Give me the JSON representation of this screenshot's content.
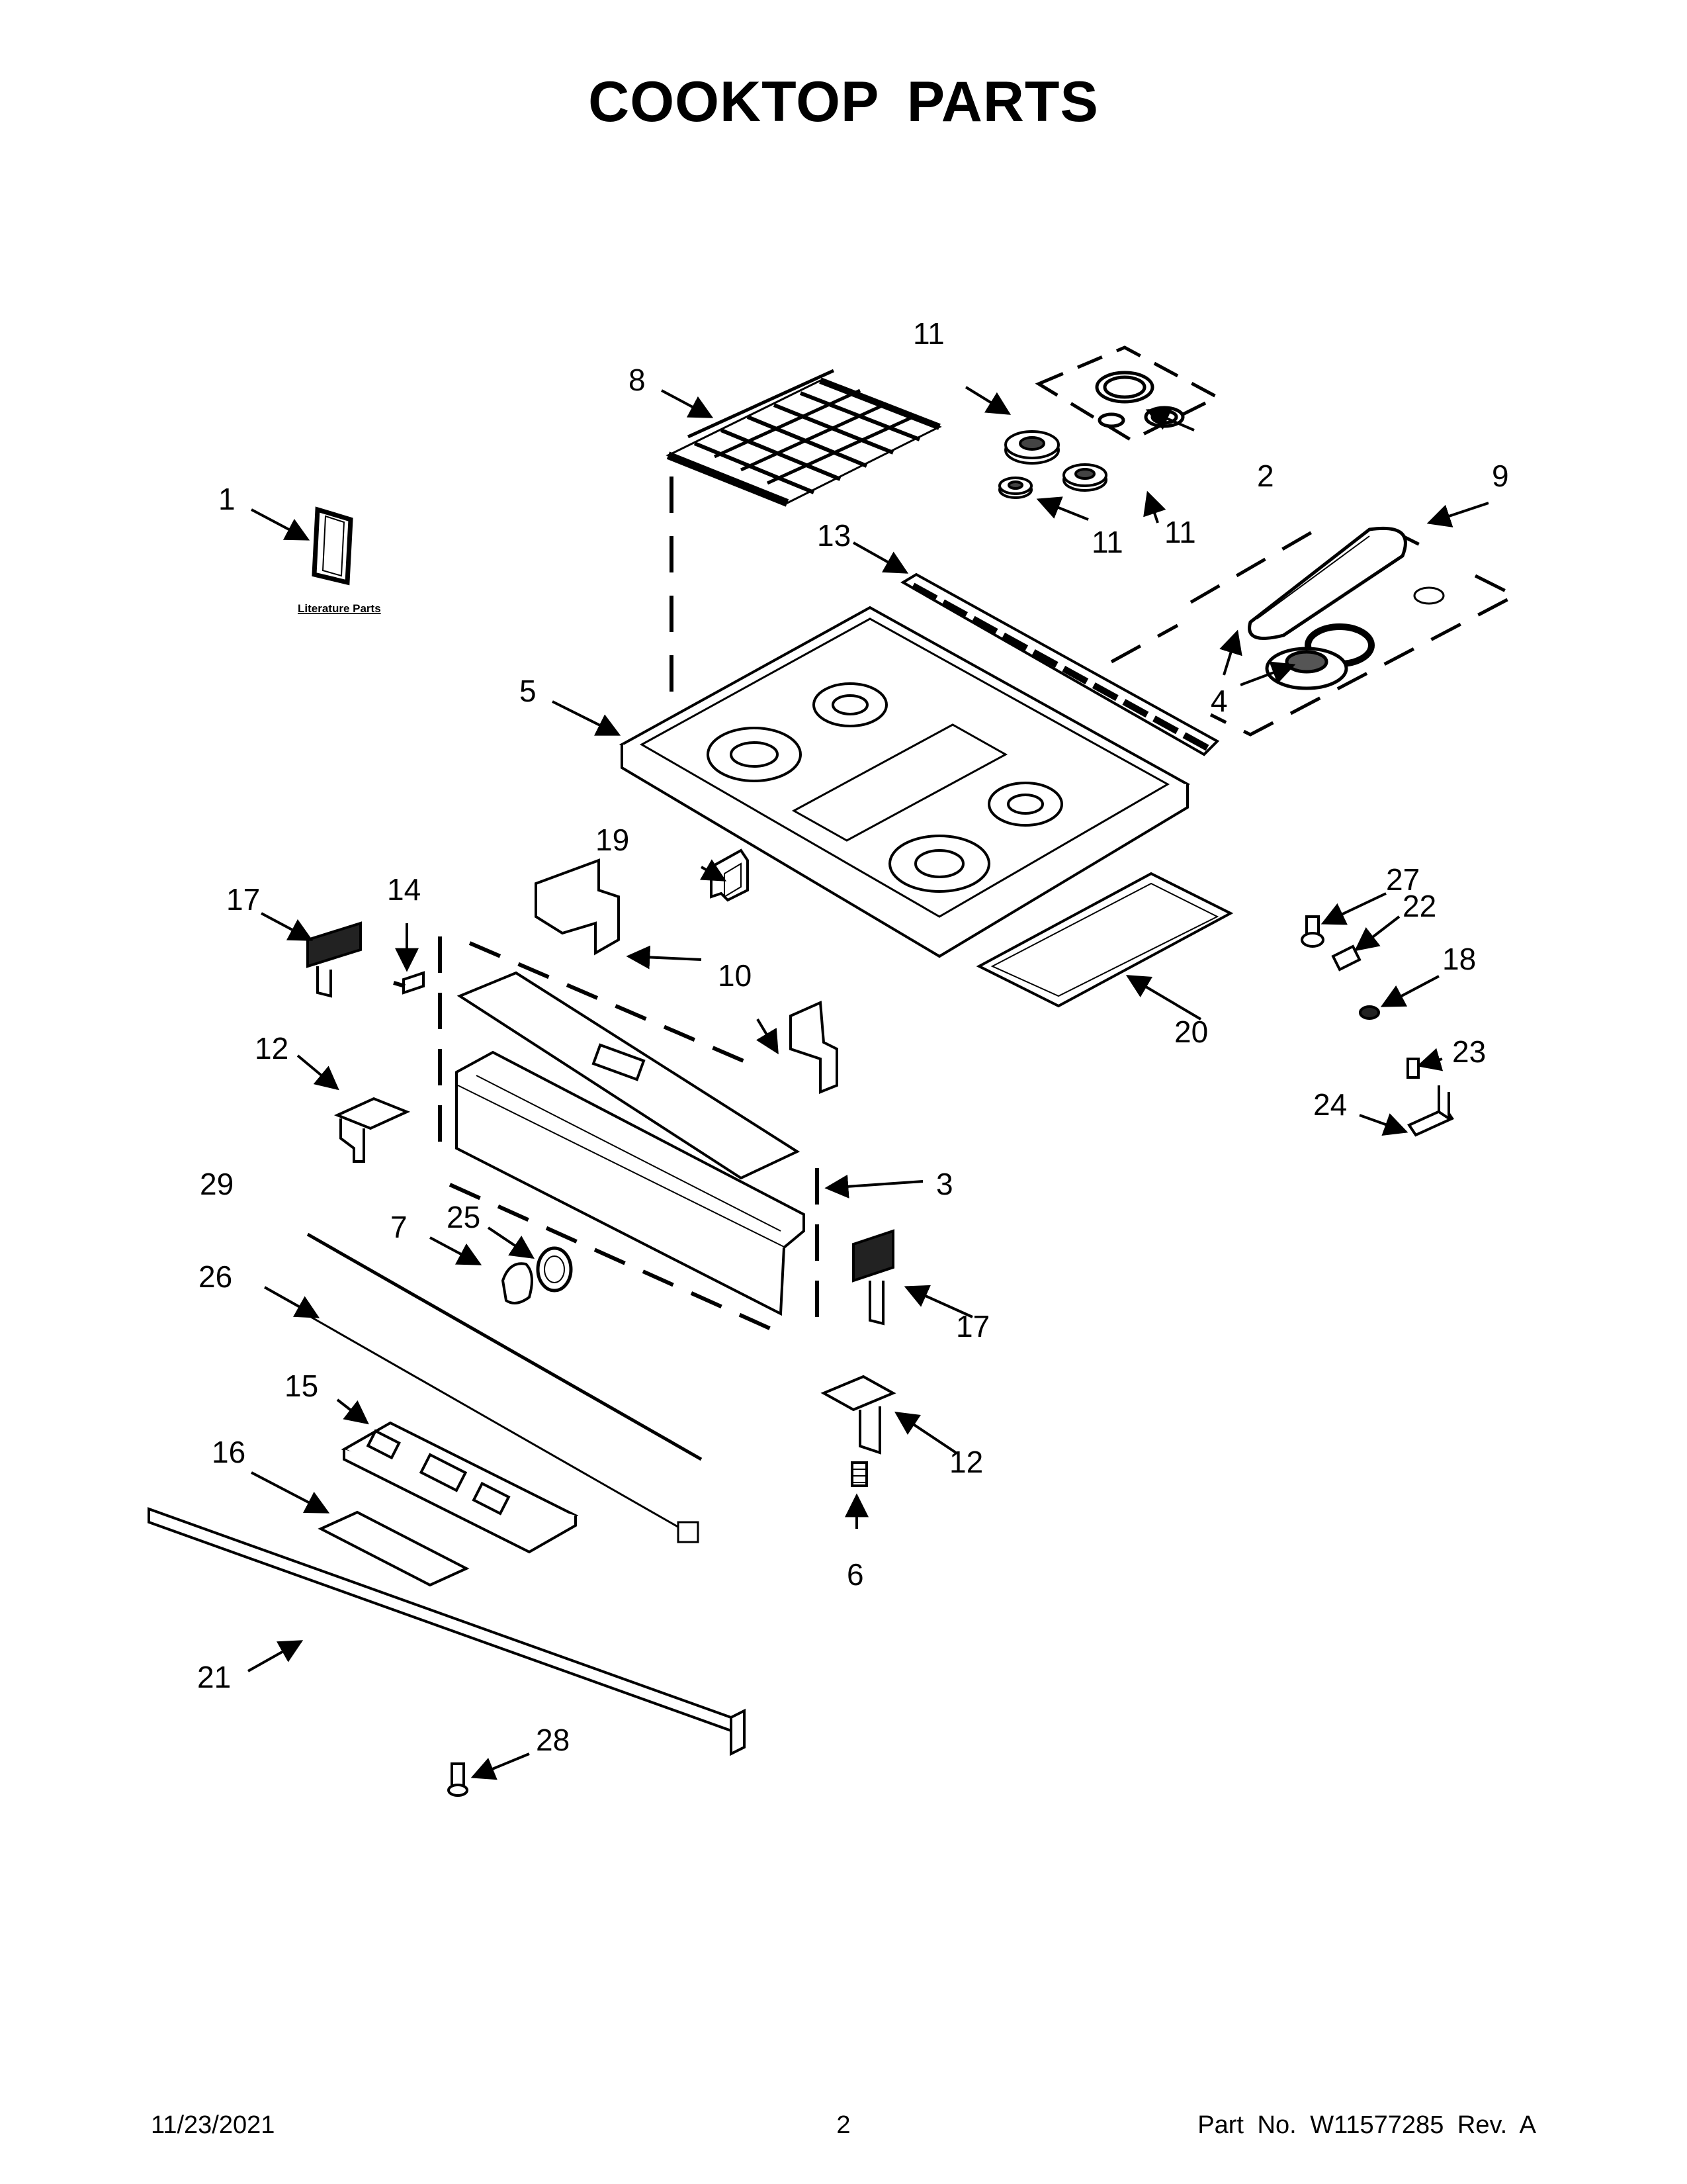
{
  "title": "COOKTOP PARTS",
  "literature_label": "Literature Parts",
  "callouts": [
    "1",
    "2",
    "3",
    "4",
    "5",
    "6",
    "7",
    "8",
    "9",
    "10",
    "11",
    "11",
    "11",
    "12",
    "12",
    "13",
    "14",
    "15",
    "16",
    "17",
    "17",
    "18",
    "19",
    "20",
    "21",
    "22",
    "23",
    "24",
    "25",
    "26",
    "27",
    "28",
    "29"
  ],
  "footer": {
    "date": "11/23/2021",
    "page": "2",
    "part_no": "Part No.  W11577285  Rev.  A"
  }
}
